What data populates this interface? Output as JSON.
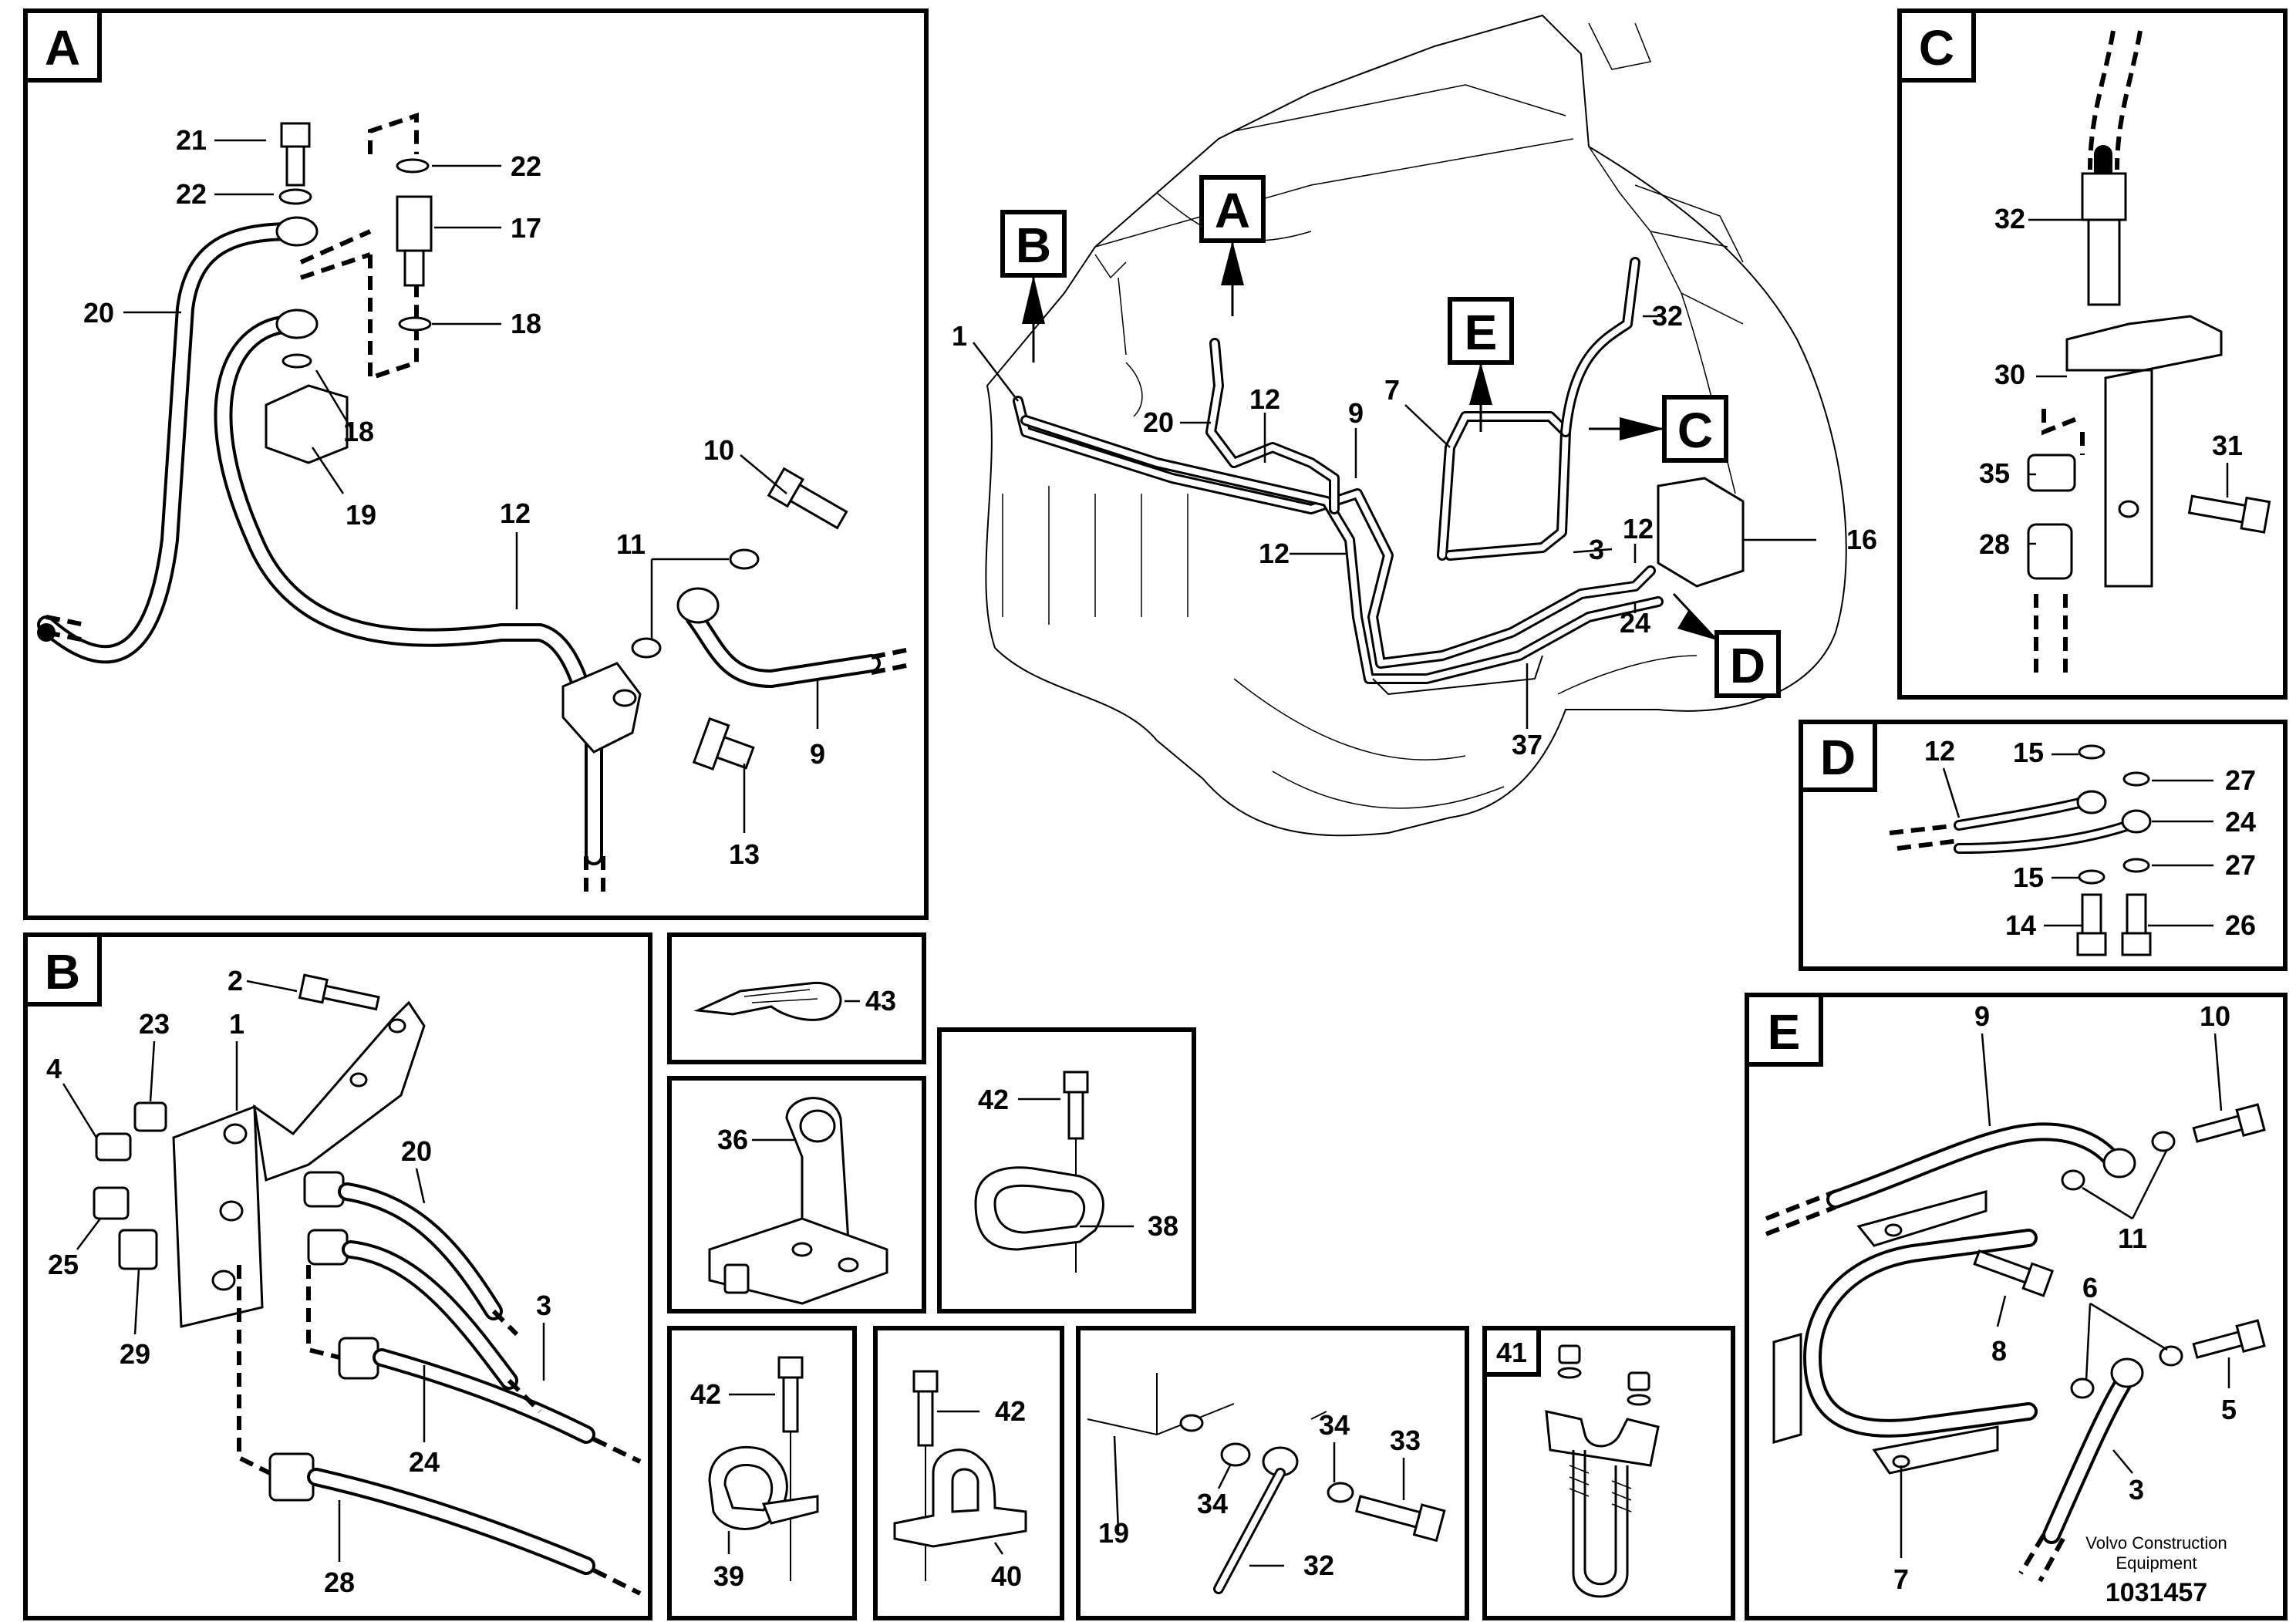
{
  "panels": {
    "A": "A",
    "B": "B",
    "C": "C",
    "D": "D",
    "E": "E",
    "p41": "41"
  },
  "callouts": {
    "main_A": "A",
    "main_B": "B",
    "main_C": "C",
    "main_D": "D",
    "main_E": "E"
  },
  "labels": {
    "A": [
      "21",
      "22",
      "22",
      "17",
      "18",
      "20",
      "18",
      "19",
      "12",
      "10",
      "11",
      "9",
      "13"
    ],
    "main": [
      "1",
      "20",
      "12",
      "9",
      "7",
      "32",
      "12",
      "3",
      "12",
      "16",
      "24",
      "37"
    ],
    "C": [
      "32",
      "30",
      "35",
      "31",
      "28"
    ],
    "D": [
      "12",
      "15",
      "27",
      "24",
      "15",
      "27",
      "14",
      "26"
    ],
    "B": [
      "2",
      "23",
      "1",
      "4",
      "20",
      "25",
      "3",
      "29",
      "24",
      "28"
    ],
    "p43": [
      "43"
    ],
    "p36": [
      "36"
    ],
    "p38": [
      "42",
      "38"
    ],
    "p39": [
      "42",
      "39"
    ],
    "p40": [
      "42",
      "40"
    ],
    "p32": [
      "34",
      "33",
      "19",
      "34",
      "32"
    ],
    "p41": [],
    "E": [
      "9",
      "10",
      "11",
      "8",
      "6",
      "5",
      "3",
      "7"
    ]
  },
  "footer": {
    "brand_line1": "Volvo Construction",
    "brand_line2": "Equipment",
    "doc_number": "1031457"
  }
}
